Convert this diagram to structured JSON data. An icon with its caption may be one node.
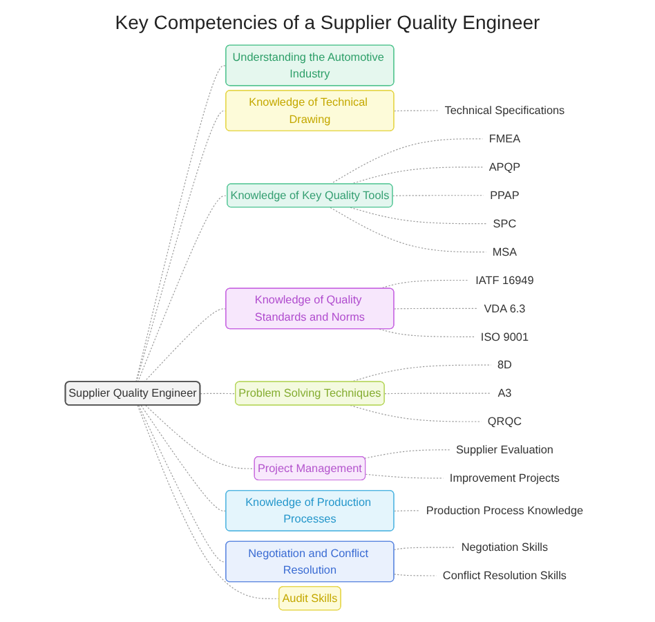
{
  "diagram": {
    "title": "Key Competencies of a Supplier Quality Engineer",
    "nodes": [
      {
        "text": [
          "Supplier Quality Engineer"
        ]
      },
      {
        "text": [
          "Knowledge of Technical Drawing"
        ]
      },
      {
        "text": [
          "Technical Specifications"
        ]
      },
      {
        "text": [
          "Understanding the Automotive Industry"
        ]
      },
      {
        "text": [
          "Knowledge of Key Quality Tools"
        ]
      },
      {
        "text": [
          "FMEA"
        ]
      },
      {
        "text": [
          "APQP"
        ]
      },
      {
        "text": [
          "PPAP"
        ]
      },
      {
        "text": [
          "SPC"
        ]
      },
      {
        "text": [
          "MSA"
        ]
      },
      {
        "text": [
          "Knowledge of Quality Standards and Norms"
        ]
      },
      {
        "text": [
          "IATF 16949"
        ]
      },
      {
        "text": [
          "VDA 6.3"
        ]
      },
      {
        "text": [
          "ISO 9001"
        ]
      },
      {
        "text": [
          "Problem Solving Techniques"
        ]
      },
      {
        "text": [
          "8D"
        ]
      },
      {
        "text": [
          "A3"
        ]
      },
      {
        "text": [
          "QRQC"
        ]
      },
      {
        "text": [
          "Project Management"
        ]
      },
      {
        "text": [
          "Supplier Evaluation"
        ]
      },
      {
        "text": [
          "Improvement Projects"
        ]
      },
      {
        "text": [
          "Knowledge of Production Processes"
        ]
      },
      {
        "text": [
          "Production Process Knowledge"
        ]
      },
      {
        "text": [
          "Negotiation and Conflict Resolution"
        ]
      },
      {
        "text": [
          "Negotiation Skills"
        ]
      },
      {
        "text": [
          "Conflict Resolution Skills"
        ]
      },
      {
        "text": [
          "Audit Skills"
        ]
      }
    ],
    "edges": [
      {
        "from": 0,
        "to": 1,
        "arrow": "none",
        "style": "dashed"
      },
      {
        "from": 1,
        "to": 2,
        "arrow": "none",
        "style": "dashed"
      },
      {
        "from": 0,
        "to": 3,
        "arrow": "none",
        "style": "dashed"
      },
      {
        "from": 0,
        "to": 4,
        "arrow": "none",
        "style": "dashed"
      },
      {
        "from": 4,
        "to": 5,
        "arrow": "none",
        "style": "dashed"
      },
      {
        "from": 4,
        "to": 6,
        "arrow": "none",
        "style": "dashed"
      },
      {
        "from": 4,
        "to": 7,
        "arrow": "none",
        "style": "dashed"
      },
      {
        "from": 4,
        "to": 8,
        "arrow": "none",
        "style": "dashed"
      },
      {
        "from": 4,
        "to": 9,
        "arrow": "none",
        "style": "dashed"
      },
      {
        "from": 0,
        "to": 10,
        "arrow": "none",
        "style": "dashed"
      },
      {
        "from": 10,
        "to": 11,
        "arrow": "none",
        "style": "dashed"
      },
      {
        "from": 10,
        "to": 12,
        "arrow": "none",
        "style": "dashed"
      },
      {
        "from": 10,
        "to": 13,
        "arrow": "none",
        "style": "dashed"
      },
      {
        "from": 0,
        "to": 14,
        "arrow": "none",
        "style": "dashed"
      },
      {
        "from": 14,
        "to": 15,
        "arrow": "none",
        "style": "dashed"
      },
      {
        "from": 14,
        "to": 16,
        "arrow": "none",
        "style": "dashed"
      },
      {
        "from": 14,
        "to": 17,
        "arrow": "none",
        "style": "dashed"
      },
      {
        "from": 0,
        "to": 18,
        "arrow": "none",
        "style": "dashed"
      },
      {
        "from": 18,
        "to": 19,
        "arrow": "none",
        "style": "dashed"
      },
      {
        "from": 18,
        "to": 20,
        "arrow": "none",
        "style": "dashed"
      },
      {
        "from": 0,
        "to": 21,
        "arrow": "none",
        "style": "dashed"
      },
      {
        "from": 21,
        "to": 22,
        "arrow": "none",
        "style": "dashed"
      },
      {
        "from": 0,
        "to": 23,
        "arrow": "none",
        "style": "dashed"
      },
      {
        "from": 23,
        "to": 24,
        "arrow": "none",
        "style": "dashed"
      },
      {
        "from": 23,
        "to": 25,
        "arrow": "none",
        "style": "dashed"
      },
      {
        "from": 0,
        "to": 26,
        "arrow": "none",
        "style": "dashed"
      }
    ]
  }
}
